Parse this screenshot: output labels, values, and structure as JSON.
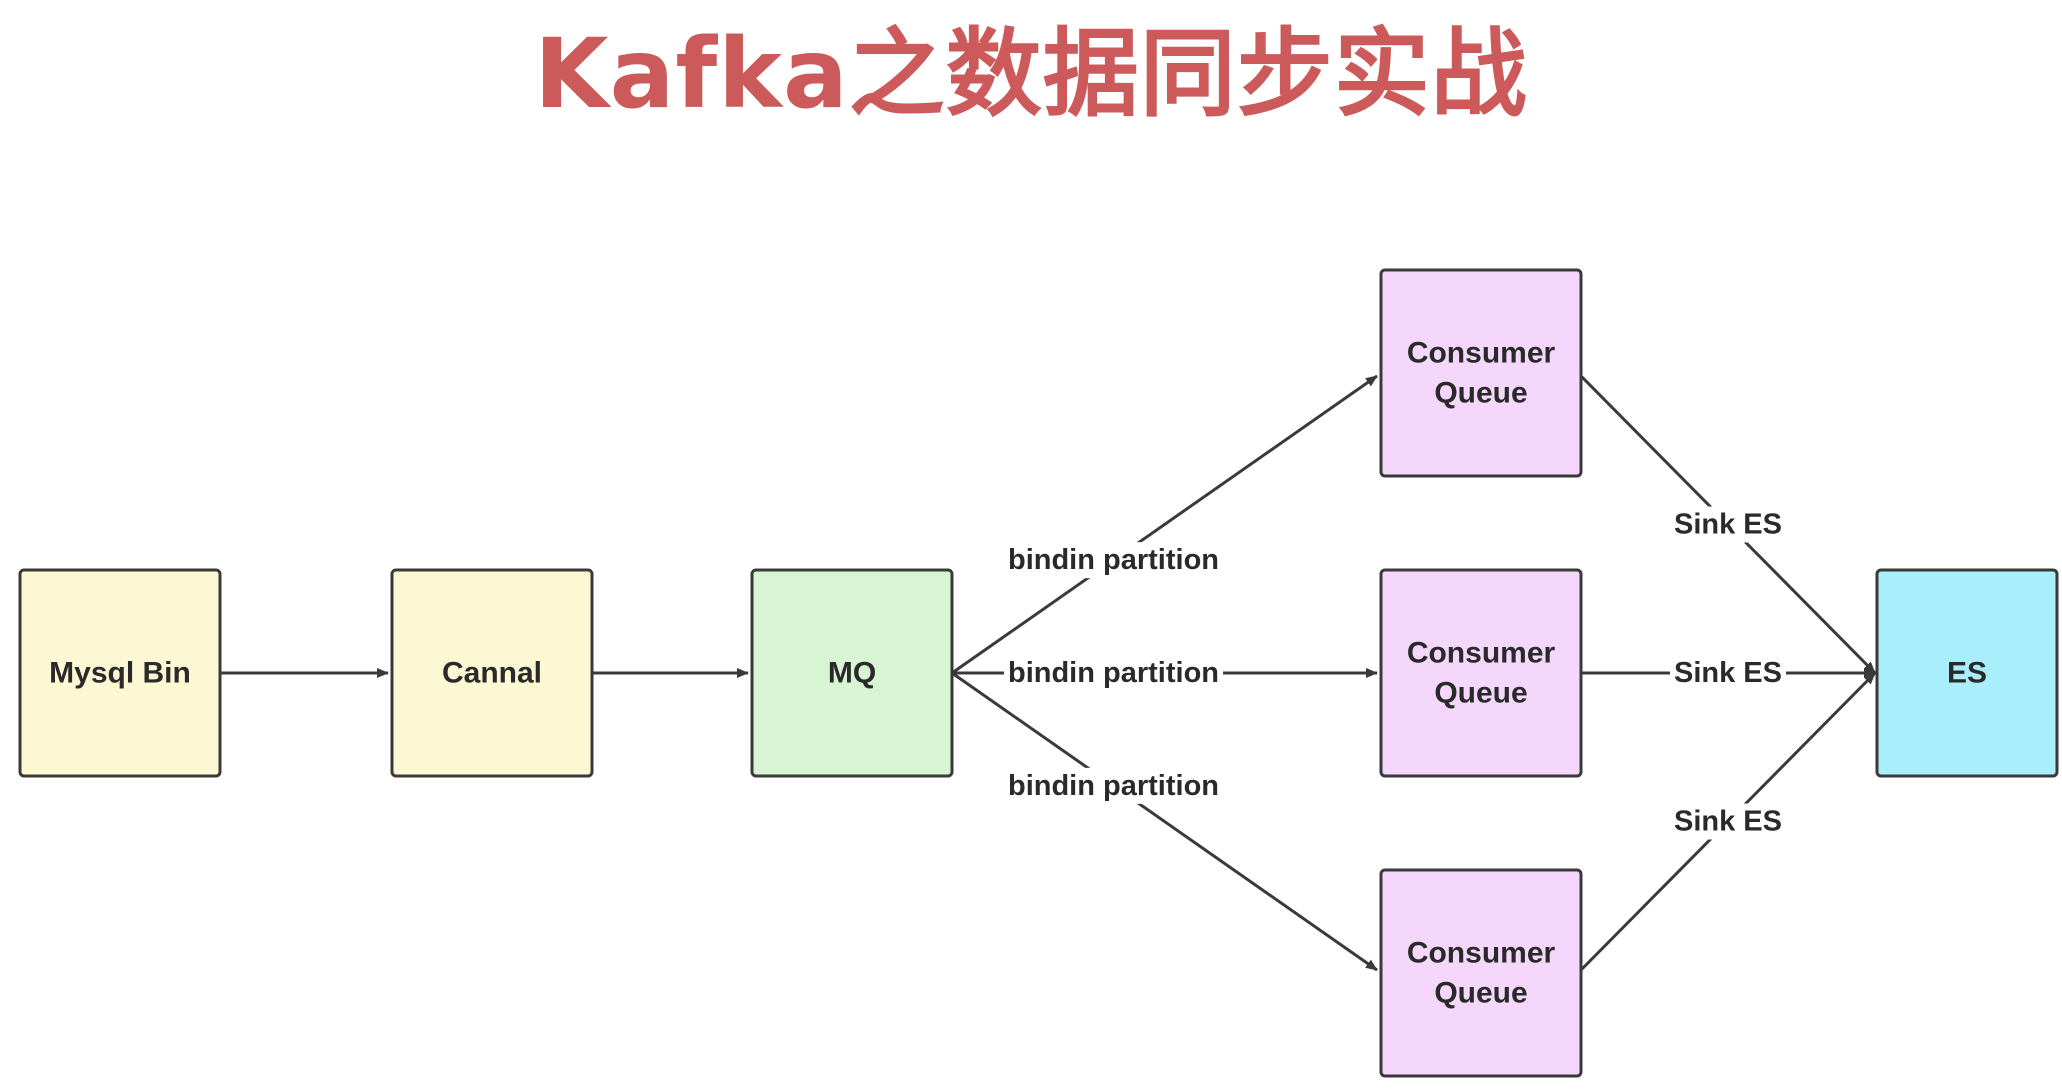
{
  "title": "Kafka之数据同步实战",
  "nodes": [
    {
      "id": "mysql",
      "lines": [
        "Mysql Bin"
      ],
      "fill": "#fdf8d4"
    },
    {
      "id": "cannal",
      "lines": [
        "Cannal"
      ],
      "fill": "#fdf8d4"
    },
    {
      "id": "mq",
      "lines": [
        "MQ"
      ],
      "fill": "#d7f4d3"
    },
    {
      "id": "cq1",
      "lines": [
        "Consumer",
        "Queue"
      ],
      "fill": "#f4d7fb"
    },
    {
      "id": "cq2",
      "lines": [
        "Consumer",
        "Queue"
      ],
      "fill": "#f4d7fb"
    },
    {
      "id": "cq3",
      "lines": [
        "Consumer",
        "Queue"
      ],
      "fill": "#f4d7fb"
    },
    {
      "id": "es",
      "lines": [
        "ES"
      ],
      "fill": "#a8eefb"
    }
  ],
  "edges": [
    {
      "from": "mysql",
      "to": "cannal",
      "label": ""
    },
    {
      "from": "cannal",
      "to": "mq",
      "label": ""
    },
    {
      "from": "mq",
      "to": "cq1",
      "label": "bindin partition"
    },
    {
      "from": "mq",
      "to": "cq2",
      "label": "bindin partition"
    },
    {
      "from": "mq",
      "to": "cq3",
      "label": "bindin partition"
    },
    {
      "from": "cq1",
      "to": "es",
      "label": "Sink ES"
    },
    {
      "from": "cq2",
      "to": "es",
      "label": "Sink ES"
    },
    {
      "from": "cq3",
      "to": "es",
      "label": "Sink ES"
    }
  ]
}
